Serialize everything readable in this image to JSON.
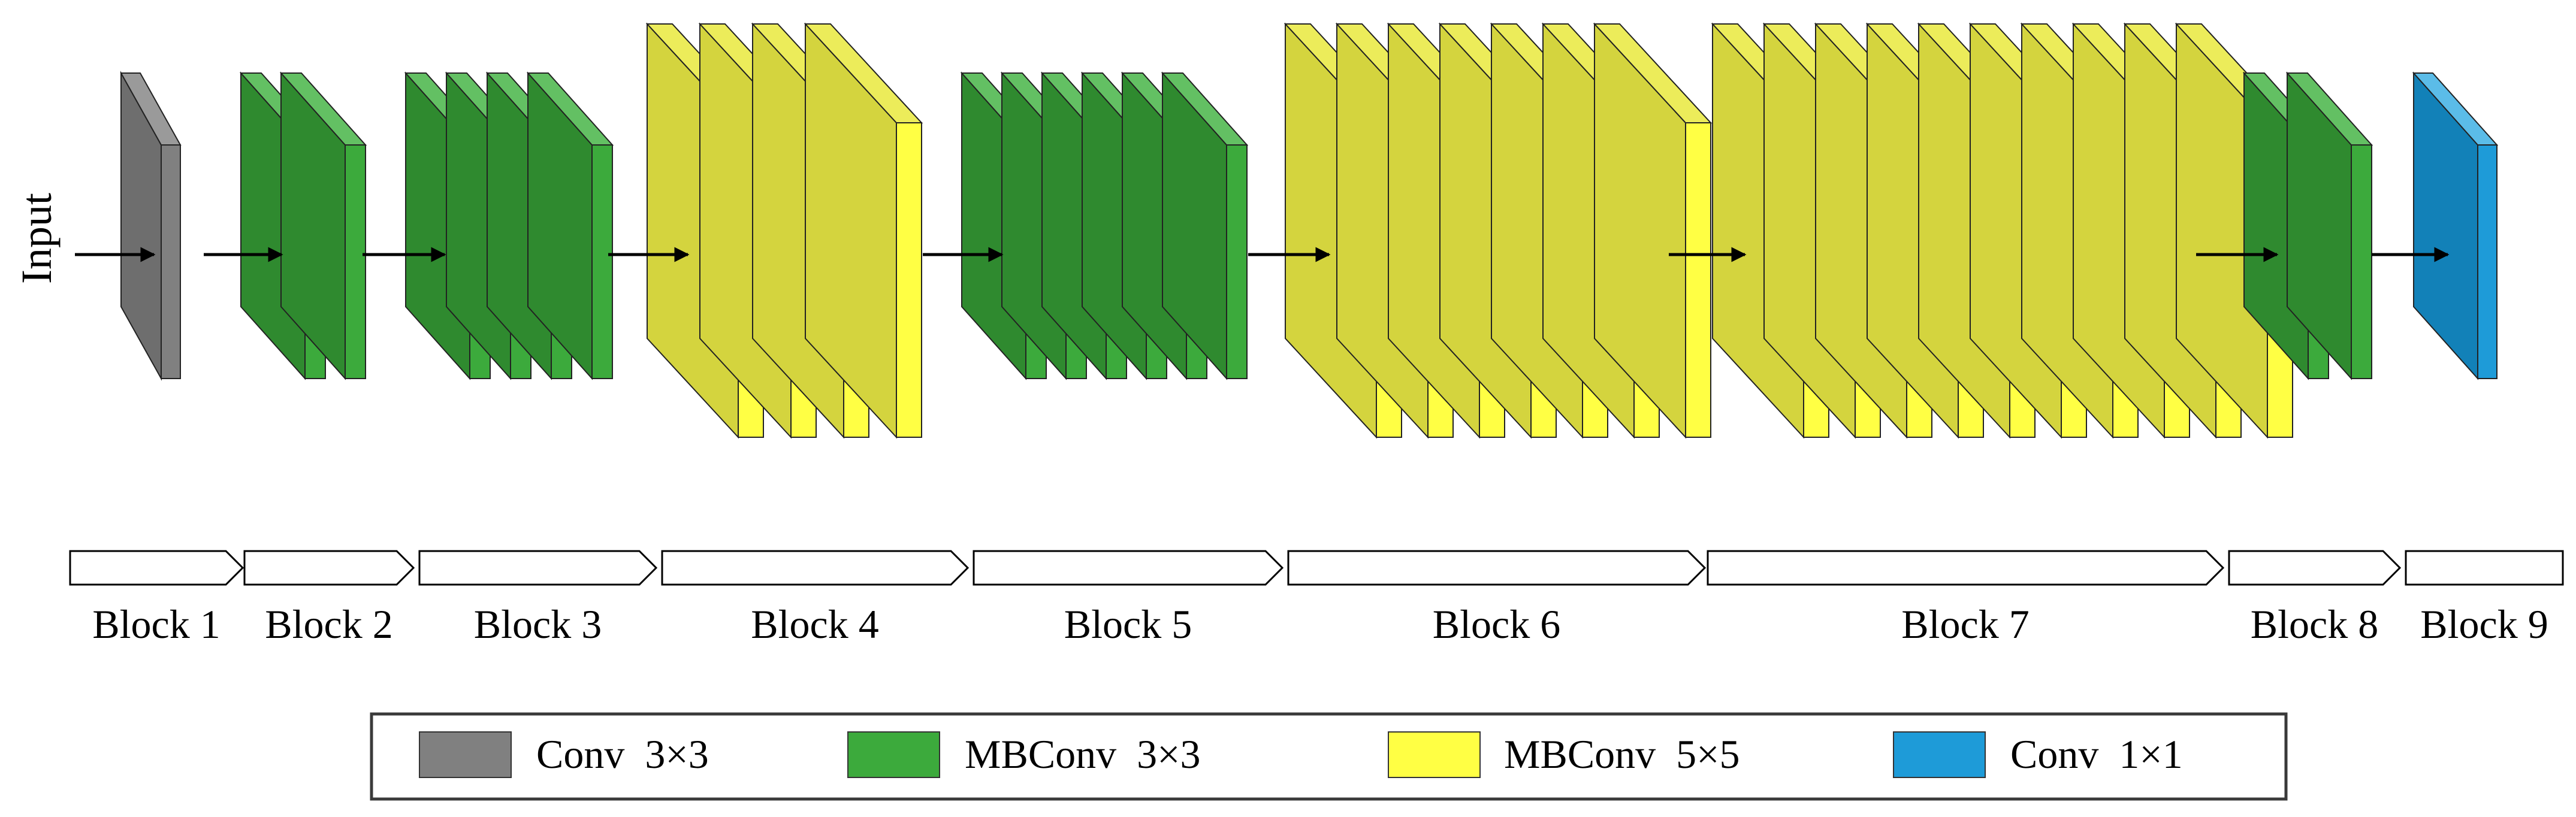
{
  "input_label": "Input",
  "colors": {
    "gray": {
      "front": "#6E6E6E",
      "side": "#808080",
      "top": "#9A9A9A"
    },
    "green": {
      "front": "#2F8A2F",
      "side": "#3CAA3C",
      "top": "#63C063"
    },
    "yellow": {
      "front": "#D4D43E",
      "side": "#FFFF44",
      "top": "#ECEC5A"
    },
    "blue": {
      "front": "#1281B8",
      "side": "#1E9BD8",
      "top": "#5BBCE8"
    }
  },
  "blocks": [
    {
      "label": "Block 1",
      "layers": 1,
      "kind": "gray"
    },
    {
      "label": "Block 2",
      "layers": 2,
      "kind": "green"
    },
    {
      "label": "Block 3",
      "layers": 4,
      "kind": "green"
    },
    {
      "label": "Block 4",
      "layers": 4,
      "kind": "yellow"
    },
    {
      "label": "Block 5",
      "layers": 6,
      "kind": "green"
    },
    {
      "label": "Block 6",
      "layers": 7,
      "kind": "yellow"
    },
    {
      "label": "Block 7",
      "layers": 10,
      "kind": "yellow"
    },
    {
      "label": "Block 8",
      "layers": 2,
      "kind": "green"
    },
    {
      "label": "Block 9",
      "layers": 1,
      "kind": "blue"
    }
  ],
  "legend": [
    {
      "label": "Conv  3×3",
      "color": "gray"
    },
    {
      "label": "MBConv  3×3",
      "color": "green"
    },
    {
      "label": "MBConv  5×5",
      "color": "yellow"
    },
    {
      "label": "Conv  1×1",
      "color": "blue"
    }
  ]
}
